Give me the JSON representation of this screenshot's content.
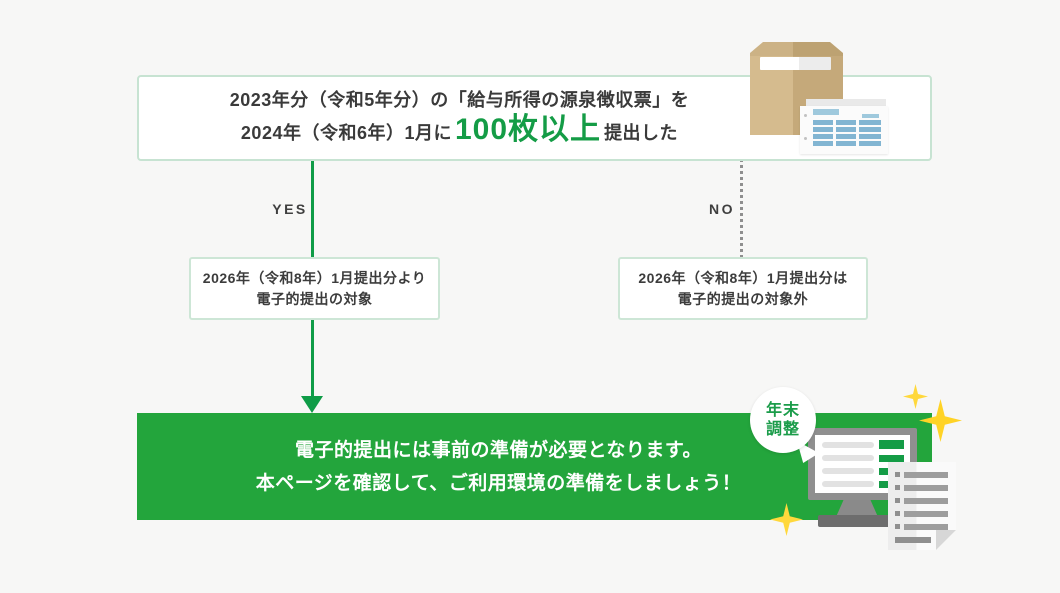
{
  "page": {
    "background": "#f7f7f6",
    "type": "year-end-adjustment electronic submission flowchart"
  },
  "colors": {
    "banner_green": "#23a53c",
    "line_green": "#0f9c47",
    "highlight_green": "#149c46",
    "box_border_green": "#c7e3d2",
    "text_dark": "#3a3a3a",
    "dotted_gray": "#8f8f8f",
    "sparkle_yellow": "#ffd83c",
    "table_blue": "#82b5d2",
    "parcel_tan": "#d5bb8e"
  },
  "icons": {
    "parcel": "parcel-box-icon",
    "tax_documents": "tax-slip-documents-icon",
    "monitor": "monitor-icon",
    "document": "document-icon",
    "sparkle": "sparkle-icon",
    "speech_bubble": "year-end-adjustment-bubble"
  },
  "flowchart": {
    "condition_box": {
      "line1": "2023年分（令和5年分）の「給与所得の源泉徴収票」を",
      "line2_prefix": "2024年（令和6年）1月に",
      "line2_highlight": "100枚以上",
      "line2_suffix": "提出した"
    },
    "yes_label": "YES",
    "no_label": "NO",
    "yes_box": {
      "line1": "2026年（令和8年）1月提出分より",
      "line2": "電子的提出の対象"
    },
    "no_box": {
      "line1": "2026年（令和8年）1月提出分は",
      "line2": "電子的提出の対象外"
    },
    "banner": {
      "line1": "電子的提出には事前の準備が必要となります。",
      "line2": "本ページを確認して、ご利用環境の準備をしましょう！"
    }
  },
  "illustration": {
    "speech_bubble": {
      "line1": "年末",
      "line2": "調整"
    }
  }
}
